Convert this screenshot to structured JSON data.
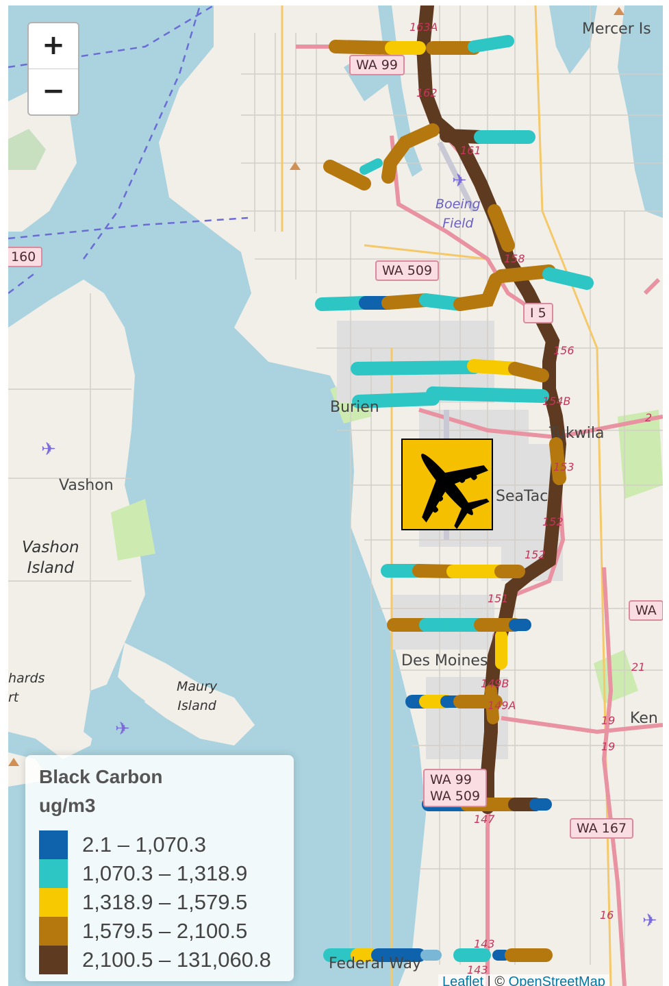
{
  "zoom": {
    "in_label": "+",
    "out_label": "−"
  },
  "places": {
    "mercer": "Mercer Is",
    "burien": "Burien",
    "tukwila": "Tukwila",
    "seatac": "SeaTac",
    "vashon": "Vashon",
    "vashon_island_1": "Vashon",
    "vashon_island_2": "Island",
    "maury_1": "Maury",
    "maury_2": "Island",
    "des_moines": "Des Moines",
    "boeing_1": "Boeing",
    "boeing_2": "Field",
    "richards_1": "hards",
    "richards_2": "rt",
    "kent": "Ken",
    "federal_way": "Federal Way"
  },
  "shields": {
    "wa99_top": "WA 99",
    "wa509": "WA 509",
    "i5": "I 5",
    "s160": "160",
    "wa_right": "WA",
    "wa99_bottom": "WA 99",
    "wa509_bottom": "WA 509",
    "wa167": "WA 167"
  },
  "exits": {
    "e1": "163A",
    "e2": "162",
    "e3": "161",
    "e4": "158",
    "e5": "156",
    "e6": "154B",
    "e7": "153",
    "e8": "152",
    "e9": "152",
    "e10": "151",
    "e11": "149B",
    "e12": "149A",
    "e13": "147",
    "e14": "143",
    "e15": "143",
    "e16": "16",
    "e17": "19",
    "e18": "19",
    "e19": "21",
    "e20": "2"
  },
  "icons": {
    "airport": "airplane-icon",
    "aerodrome": "small-airplane-icon"
  },
  "legend": {
    "title_1": "Black Carbon",
    "title_2": "ug/m3",
    "classes": [
      {
        "label": "2.1 – 1,070.3",
        "color": "#0f63ad"
      },
      {
        "label": "1,070.3 – 1,318.9",
        "color": "#2ec6c4"
      },
      {
        "label": "1,318.9 – 1,579.5",
        "color": "#f7c900"
      },
      {
        "label": "1,579.5 – 2,100.5",
        "color": "#b5780f"
      },
      {
        "label": "2,100.5 – 131,060.8",
        "color": "#5e3b20"
      }
    ]
  },
  "attribution": {
    "leaflet": "Leaflet",
    "sep": " | © ",
    "osm": "OpenStreetMap"
  }
}
